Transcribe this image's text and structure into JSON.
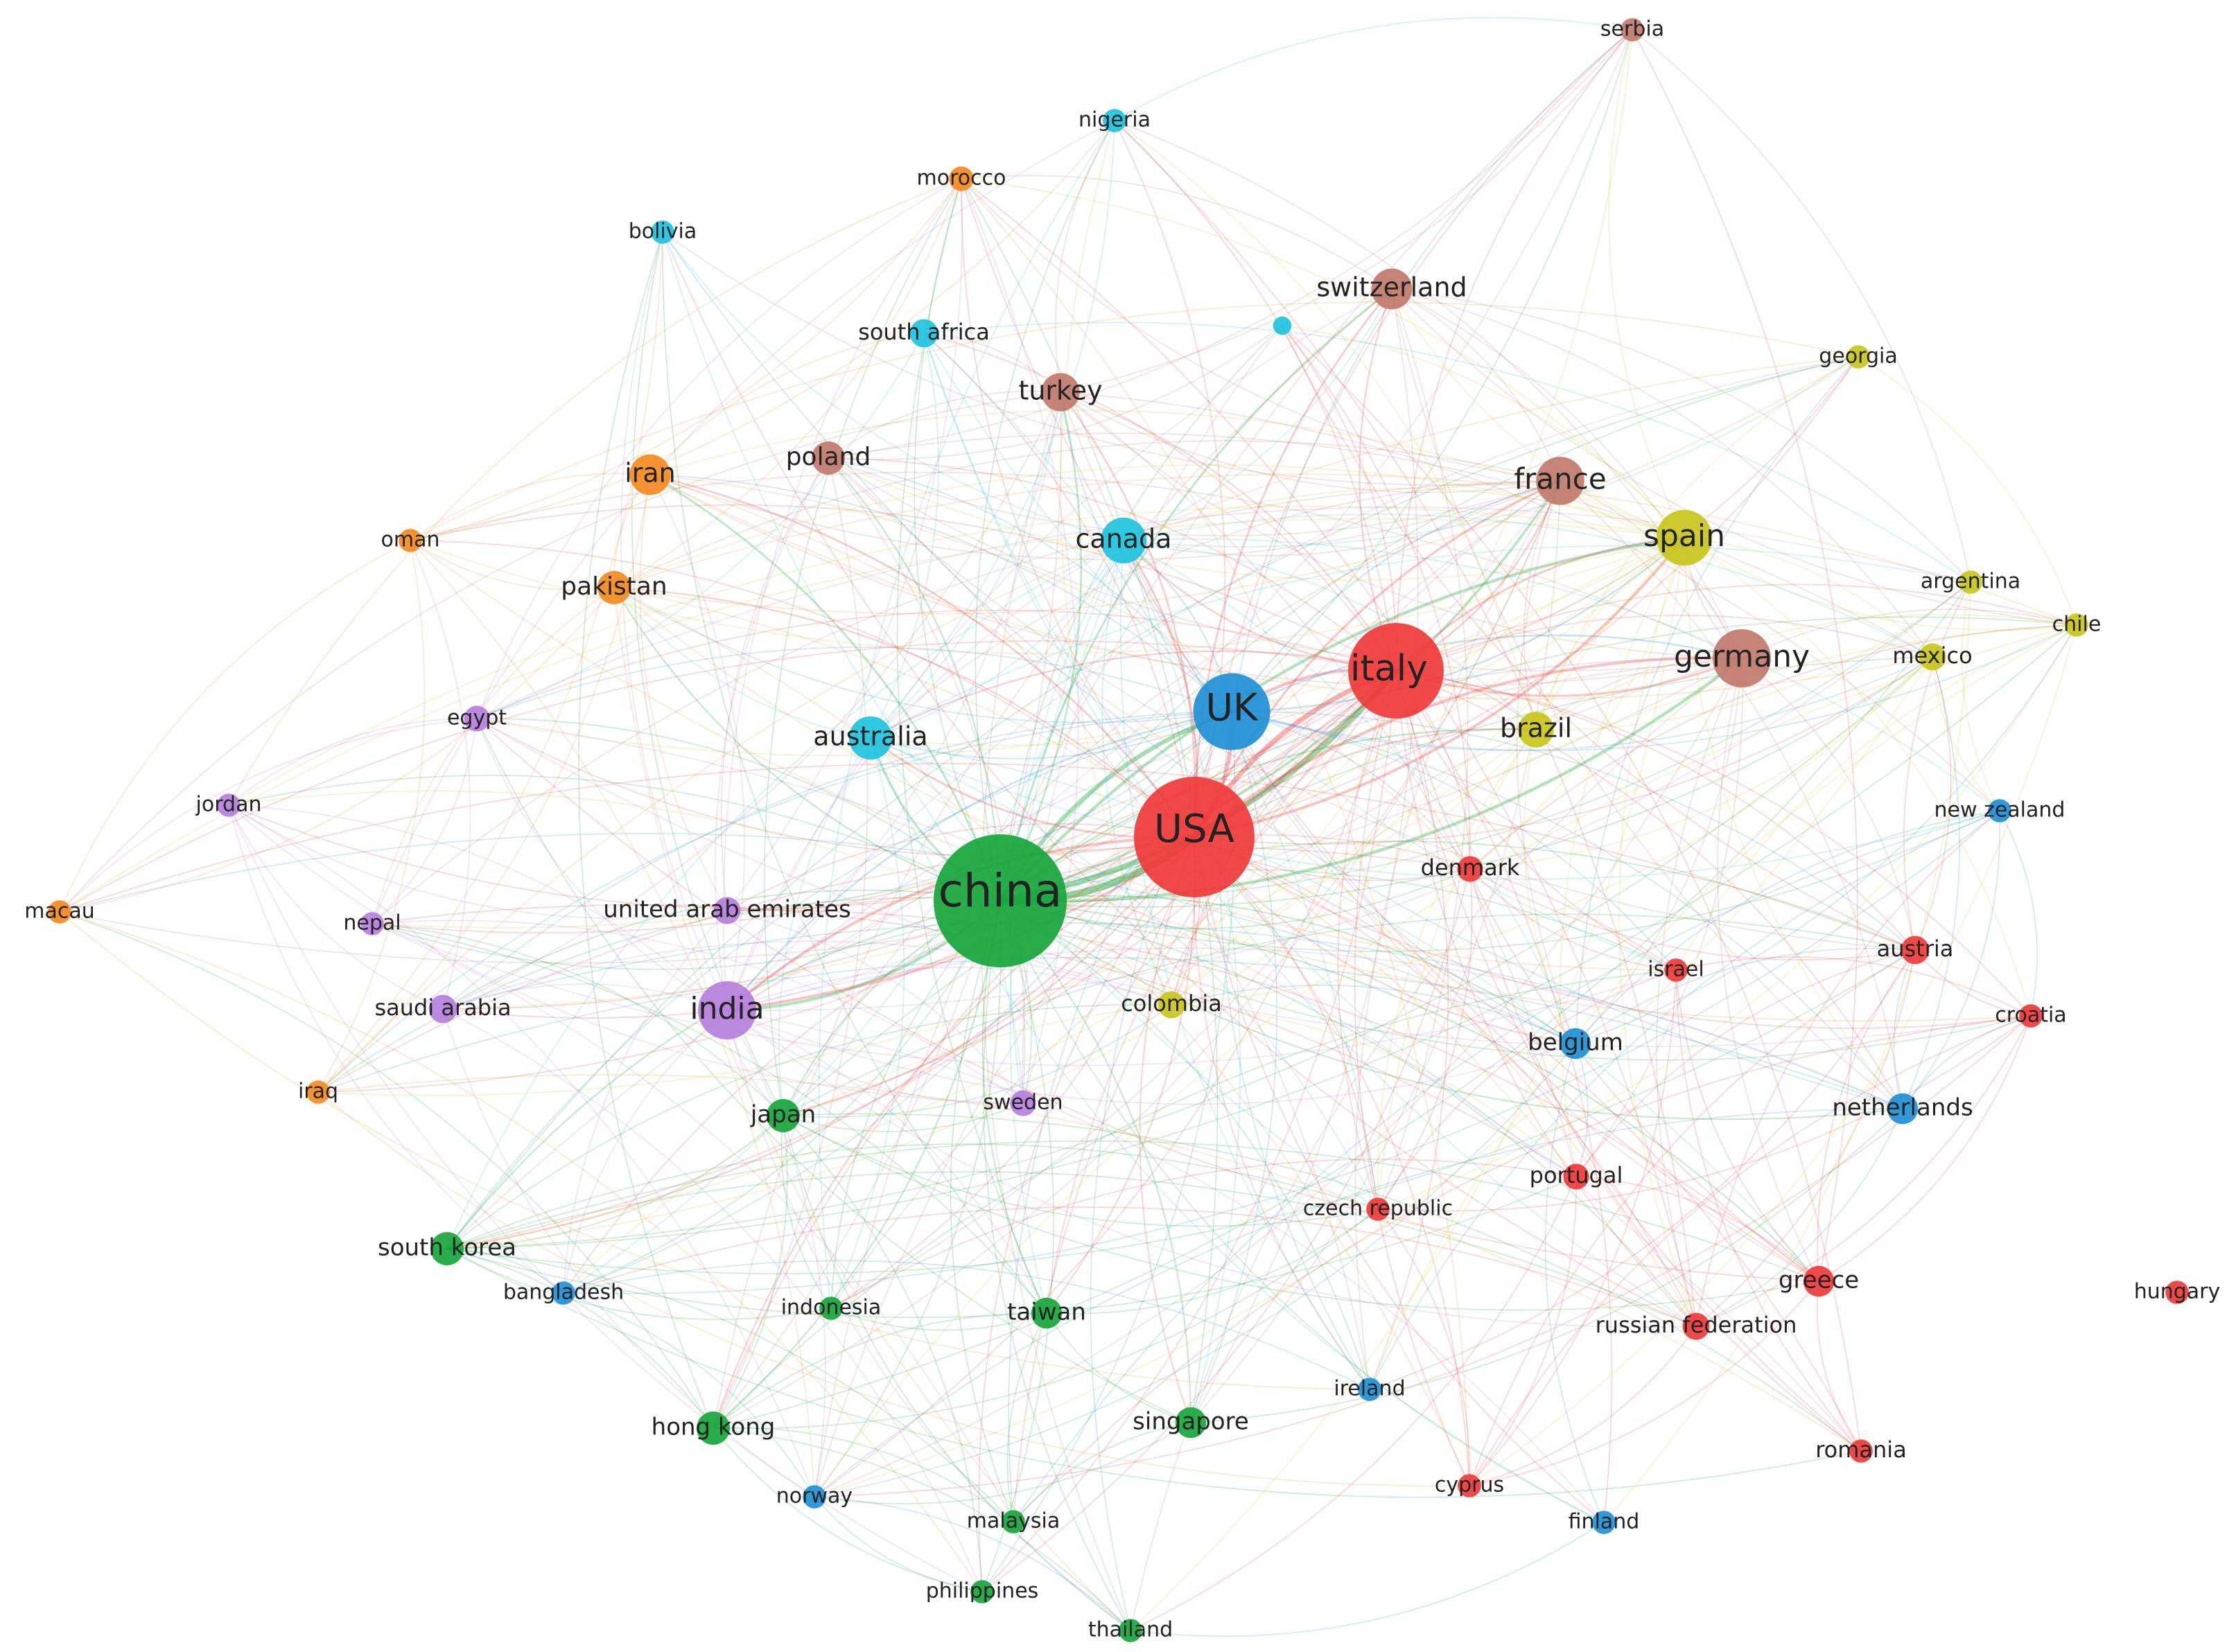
{
  "clusters": {
    "red": "#f0393a",
    "green": "#17a63c",
    "blue": "#1f8fd6",
    "cyan": "#1ec3de",
    "orange": "#f58a1f",
    "purple": "#b57fdc",
    "olive": "#c9c51c",
    "brown": "#c0796b"
  },
  "nodes": [
    {
      "id": "china",
      "label": "china",
      "cluster": "green",
      "weight": 100
    },
    {
      "id": "usa",
      "label": "USA",
      "cluster": "red",
      "weight": 90
    },
    {
      "id": "uk",
      "label": "UK",
      "cluster": "blue",
      "weight": 55
    },
    {
      "id": "italy",
      "label": "italy",
      "cluster": "red",
      "weight": 70
    },
    {
      "id": "india",
      "label": "india",
      "cluster": "purple",
      "weight": 40
    },
    {
      "id": "germany",
      "label": "germany",
      "cluster": "brown",
      "weight": 40
    },
    {
      "id": "spain",
      "label": "spain",
      "cluster": "olive",
      "weight": 38
    },
    {
      "id": "france",
      "label": "france",
      "cluster": "brown",
      "weight": 32
    },
    {
      "id": "canada",
      "label": "canada",
      "cluster": "cyan",
      "weight": 30
    },
    {
      "id": "australia",
      "label": "australia",
      "cluster": "cyan",
      "weight": 28
    },
    {
      "id": "iran",
      "label": "iran",
      "cluster": "orange",
      "weight": 26
    },
    {
      "id": "switzerland",
      "label": "switzerland",
      "cluster": "brown",
      "weight": 26
    },
    {
      "id": "turkey",
      "label": "turkey",
      "cluster": "brown",
      "weight": 24
    },
    {
      "id": "brazil",
      "label": "brazil",
      "cluster": "olive",
      "weight": 22
    },
    {
      "id": "poland",
      "label": "poland",
      "cluster": "brown",
      "weight": 20
    },
    {
      "id": "pakistan",
      "label": "pakistan",
      "cluster": "orange",
      "weight": 20
    },
    {
      "id": "south_korea",
      "label": "south korea",
      "cluster": "green",
      "weight": 20
    },
    {
      "id": "hong_kong",
      "label": "hong kong",
      "cluster": "green",
      "weight": 20
    },
    {
      "id": "japan",
      "label": "japan",
      "cluster": "green",
      "weight": 20
    },
    {
      "id": "singapore",
      "label": "singapore",
      "cluster": "green",
      "weight": 18
    },
    {
      "id": "taiwan",
      "label": "taiwan",
      "cluster": "green",
      "weight": 18
    },
    {
      "id": "belgium",
      "label": "belgium",
      "cluster": "blue",
      "weight": 18
    },
    {
      "id": "netherlands",
      "label": "netherlands",
      "cluster": "blue",
      "weight": 18
    },
    {
      "id": "greece",
      "label": "greece",
      "cluster": "red",
      "weight": 18
    },
    {
      "id": "saudi_arabia",
      "label": "saudi arabia",
      "cluster": "purple",
      "weight": 16
    },
    {
      "id": "south_africa",
      "label": "south africa",
      "cluster": "cyan",
      "weight": 16
    },
    {
      "id": "austria",
      "label": "austria",
      "cluster": "red",
      "weight": 16
    },
    {
      "id": "colombia",
      "label": "colombia",
      "cluster": "olive",
      "weight": 15
    },
    {
      "id": "mexico",
      "label": "mexico",
      "cluster": "olive",
      "weight": 15
    },
    {
      "id": "russian_federation",
      "label": "russian federation",
      "cluster": "red",
      "weight": 15
    },
    {
      "id": "united_arab_emirates",
      "label": "united arab emirates",
      "cluster": "purple",
      "weight": 15
    },
    {
      "id": "egypt",
      "label": "egypt",
      "cluster": "purple",
      "weight": 14
    },
    {
      "id": "sweden",
      "label": "sweden",
      "cluster": "purple",
      "weight": 14
    },
    {
      "id": "portugal",
      "label": "portugal",
      "cluster": "red",
      "weight": 14
    },
    {
      "id": "denmark",
      "label": "denmark",
      "cluster": "red",
      "weight": 14
    },
    {
      "id": "morocco",
      "label": "morocco",
      "cluster": "orange",
      "weight": 13
    },
    {
      "id": "oman",
      "label": "oman",
      "cluster": "orange",
      "weight": 12
    },
    {
      "id": "jordan",
      "label": "jordan",
      "cluster": "purple",
      "weight": 12
    },
    {
      "id": "nepal",
      "label": "nepal",
      "cluster": "purple",
      "weight": 12
    },
    {
      "id": "macau",
      "label": "macau",
      "cluster": "orange",
      "weight": 12
    },
    {
      "id": "iraq",
      "label": "iraq",
      "cluster": "orange",
      "weight": 12
    },
    {
      "id": "bolivia",
      "label": "bolivia",
      "cluster": "cyan",
      "weight": 12
    },
    {
      "id": "nigeria",
      "label": "nigeria",
      "cluster": "cyan",
      "weight": 12
    },
    {
      "id": "serbia",
      "label": "serbia",
      "cluster": "brown",
      "weight": 12
    },
    {
      "id": "georgia",
      "label": "georgia",
      "cluster": "olive",
      "weight": 12
    },
    {
      "id": "argentina",
      "label": "argentina",
      "cluster": "olive",
      "weight": 12
    },
    {
      "id": "chile",
      "label": "chile",
      "cluster": "olive",
      "weight": 12
    },
    {
      "id": "new_zealand",
      "label": "new zealand",
      "cluster": "blue",
      "weight": 12
    },
    {
      "id": "israel",
      "label": "israel",
      "cluster": "red",
      "weight": 12
    },
    {
      "id": "croatia",
      "label": "croatia",
      "cluster": "red",
      "weight": 12
    },
    {
      "id": "hungary",
      "label": "hungary",
      "cluster": "red",
      "weight": 12
    },
    {
      "id": "czech_republic",
      "label": "czech republic",
      "cluster": "red",
      "weight": 12
    },
    {
      "id": "ireland",
      "label": "ireland",
      "cluster": "blue",
      "weight": 12
    },
    {
      "id": "cyprus",
      "label": "cyprus",
      "cluster": "red",
      "weight": 12
    },
    {
      "id": "finland",
      "label": "finland",
      "cluster": "blue",
      "weight": 12
    },
    {
      "id": "romania",
      "label": "romania",
      "cluster": "red",
      "weight": 12
    },
    {
      "id": "bangladesh",
      "label": "bangladesh",
      "cluster": "blue",
      "weight": 12
    },
    {
      "id": "indonesia",
      "label": "indonesia",
      "cluster": "green",
      "weight": 12
    },
    {
      "id": "norway",
      "label": "norway",
      "cluster": "blue",
      "weight": 12
    },
    {
      "id": "malaysia",
      "label": "malaysia",
      "cluster": "green",
      "weight": 12
    },
    {
      "id": "philippines",
      "label": "philippines",
      "cluster": "green",
      "weight": 12
    },
    {
      "id": "thailand",
      "label": "thailand",
      "cluster": "green",
      "weight": 12
    },
    {
      "id": "unlabeled_cyan",
      "label": "",
      "cluster": "cyan",
      "weight": 8
    }
  ]
}
